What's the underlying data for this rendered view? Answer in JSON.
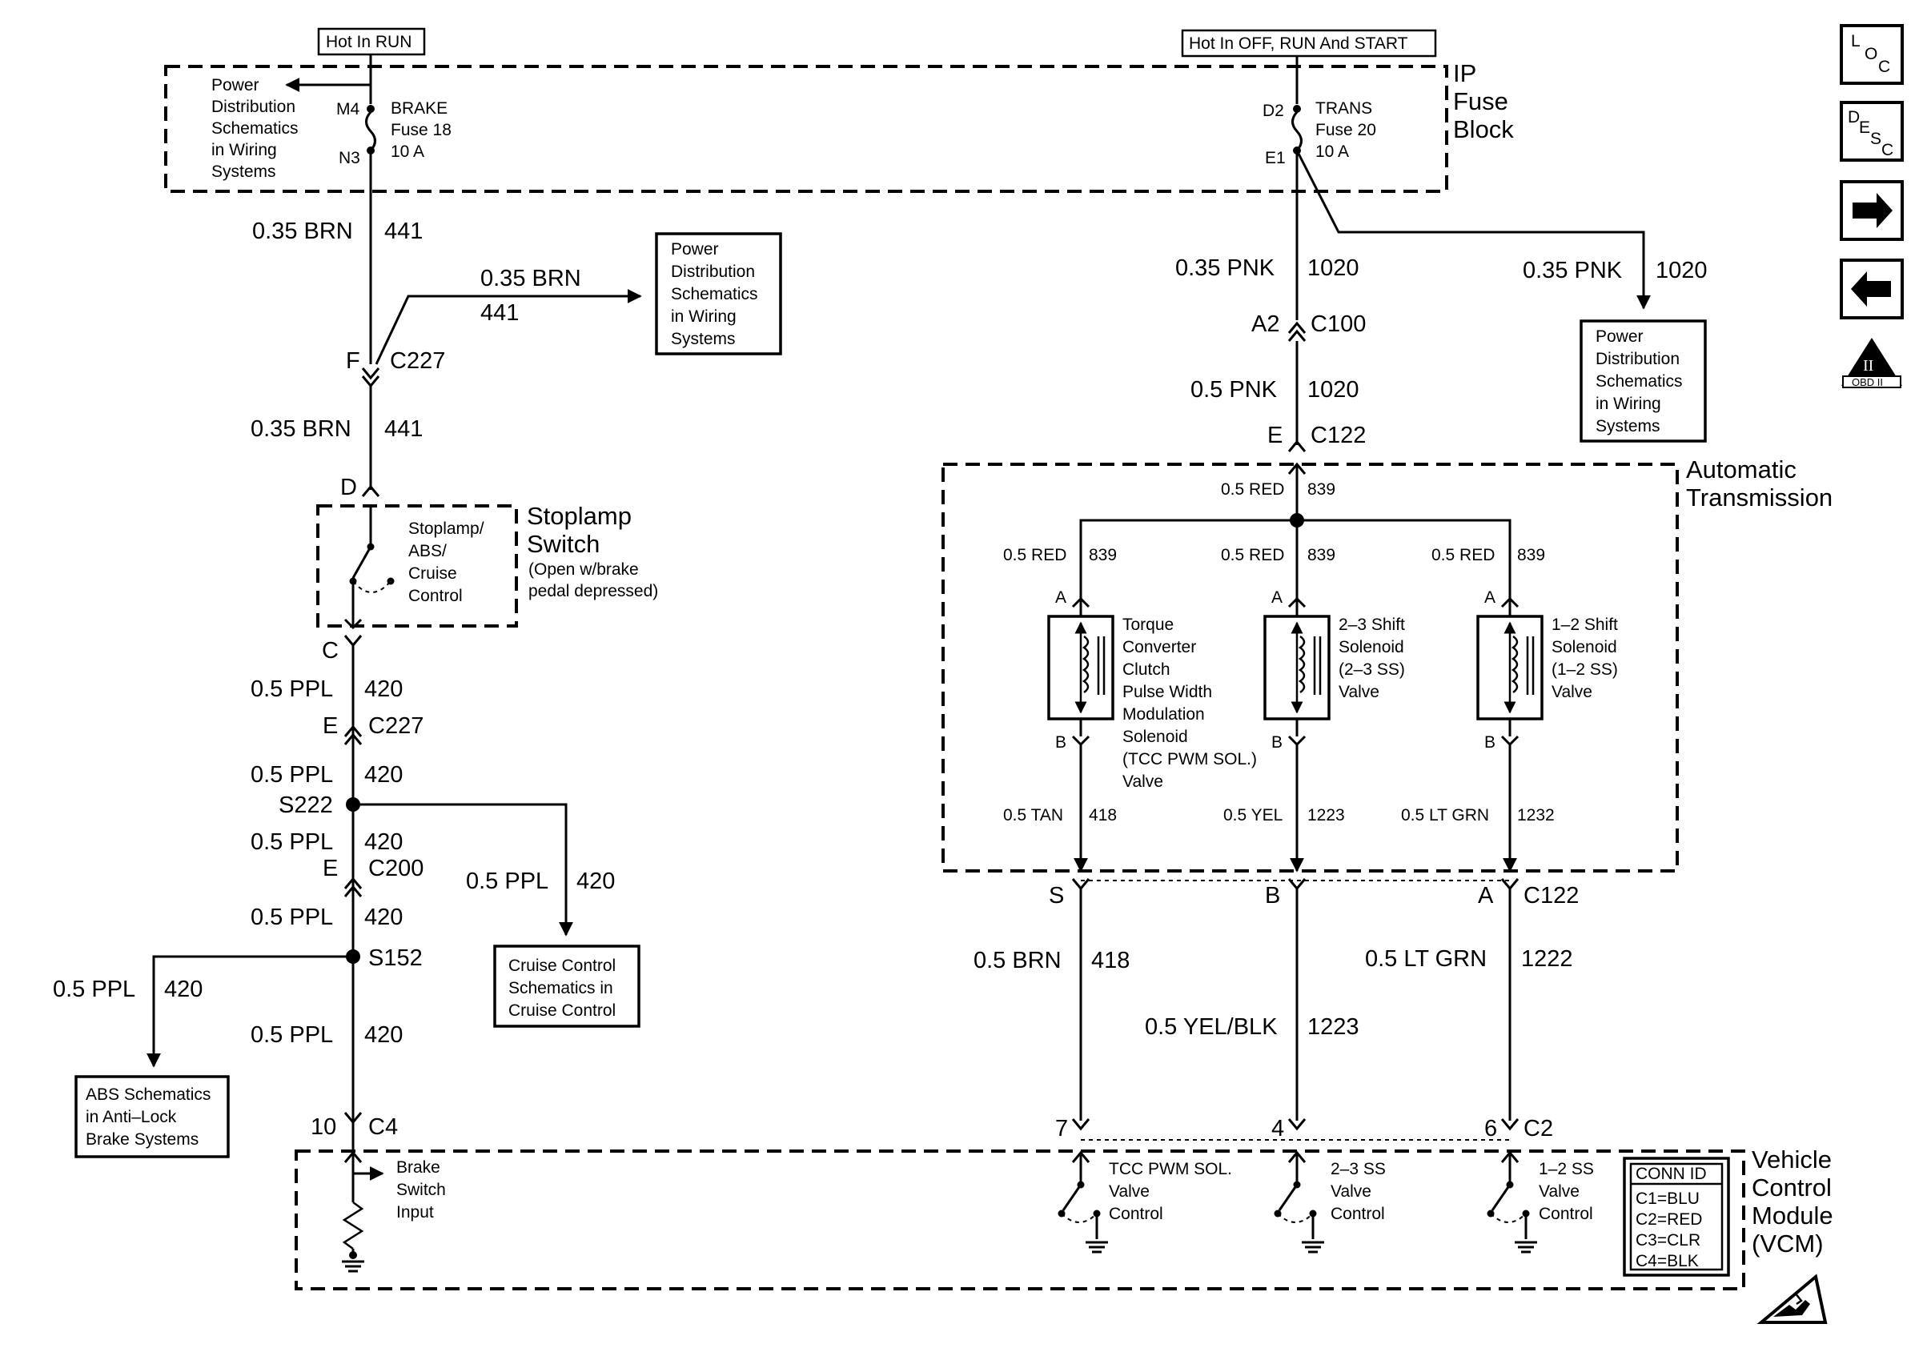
{
  "labels": {
    "hot_run": "Hot In RUN",
    "hot_all": "Hot In OFF, RUN And START",
    "ip_fuse_block": [
      "IP",
      "Fuse",
      "Block"
    ],
    "pds_fuse18": [
      "Power",
      "Distribution",
      "Schematics",
      "in Wiring",
      "Systems"
    ],
    "pds_c227": [
      "Power",
      "Distribution",
      "Schematics",
      "in Wiring",
      "Systems"
    ],
    "pds_right": [
      "Power",
      "Distribution",
      "Schematics",
      "in Wiring",
      "Systems"
    ],
    "fuse18_pin_in": "M4",
    "fuse18_pin_out": "N3",
    "fuse18_name": [
      "BRAKE",
      "Fuse 18",
      "10 A"
    ],
    "fuse20_pin_in": "D2",
    "fuse20_pin_out": "E1",
    "fuse20_name": [
      "TRANS",
      "Fuse 20",
      "10 A"
    ],
    "w441_a_color": "0.35 BRN",
    "w441_a_num": "441",
    "w441_branch_color": "0.35 BRN",
    "w441_branch_num": "441",
    "c227_f_pin": "F",
    "c227_f_conn": "C227",
    "w441_b_color": "0.35 BRN",
    "w441_b_num": "441",
    "sw_pin_d": "D",
    "stoplamp_inner": [
      "Stoplamp/",
      "ABS/",
      "Cruise",
      "Control"
    ],
    "stoplamp_title": [
      "Stoplamp",
      "Switch"
    ],
    "stoplamp_note": [
      "(Open w/brake",
      "pedal depressed)"
    ],
    "sw_pin_c": "C",
    "w420_a_color": "0.5 PPL",
    "w420_a_num": "420",
    "c227_e_pin": "E",
    "c227_e_conn": "C227",
    "w420_b_color": "0.5 PPL",
    "w420_b_num": "420",
    "s222": "S222",
    "w420_c_color": "0.5 PPL",
    "w420_c_num": "420",
    "c200_pin": "E",
    "c200_conn": "C200",
    "w420_cruise_color": "0.5 PPL",
    "w420_cruise_num": "420",
    "cruise_box": [
      "Cruise Control",
      "Schematics in",
      "Cruise Control"
    ],
    "w420_d_color": "0.5 PPL",
    "w420_d_num": "420",
    "s152": "S152",
    "w420_abs_color": "0.5 PPL",
    "w420_abs_num": "420",
    "w420_e_color": "0.5 PPL",
    "w420_e_num": "420",
    "abs_box": [
      "ABS Schematics",
      "in Anti–Lock",
      "Brake Systems"
    ],
    "c4_pin": "10",
    "c4_conn": "C4",
    "brake_input": [
      "Brake",
      "Switch",
      "Input"
    ],
    "w1020_a_color": "0.35 PNK",
    "w1020_a_num": "1020",
    "w1020_branch_color": "0.35 PNK",
    "w1020_branch_num": "1020",
    "c100_pin": "A2",
    "c100_conn": "C100",
    "w1020_b_color": "0.5 PNK",
    "w1020_b_num": "1020",
    "c122_top_pin": "E",
    "c122_top_conn": "C122",
    "auto_trans": [
      "Automatic",
      "Transmission"
    ],
    "w839_main_color": "0.5 RED",
    "w839_main_num": "839",
    "w839_l_color": "0.5 RED",
    "w839_l_num": "839",
    "w839_m_color": "0.5 RED",
    "w839_m_num": "839",
    "w839_r_color": "0.5 RED",
    "w839_r_num": "839",
    "sol_pin_a": "A",
    "sol_pin_b": "B",
    "tcc_sol": [
      "Torque",
      "Converter",
      "Clutch",
      "Pulse Width",
      "Modulation",
      "Solenoid",
      "(TCC PWM SOL.)",
      "Valve"
    ],
    "ss23_sol": [
      "2–3 Shift",
      "Solenoid",
      "(2–3 SS)",
      "Valve"
    ],
    "ss12_sol": [
      "1–2 Shift",
      "Solenoid",
      "(1–2 SS)",
      "Valve"
    ],
    "w418_in_color": "0.5 TAN",
    "w418_in_num": "418",
    "w1223_in_color": "0.5 YEL",
    "w1223_in_num": "1223",
    "w1232_in_color": "0.5 LT GRN",
    "w1232_in_num": "1232",
    "c122_pin_s": "S",
    "c122_pin_b": "B",
    "c122_pin_a": "A",
    "c122_conn": "C122",
    "w418_out_color": "0.5 BRN",
    "w418_out_num": "418",
    "w1222_out_color": "0.5 LT GRN",
    "w1222_out_num": "1222",
    "w1223_out_color": "0.5 YEL/BLK",
    "w1223_out_num": "1223",
    "c2_pin_7": "7",
    "c2_pin_4": "4",
    "c2_pin_6": "6",
    "c2_conn": "C2",
    "tcc_ctrl": [
      "TCC PWM SOL.",
      "Valve",
      "Control"
    ],
    "ss23_ctrl": [
      "2–3 SS",
      "Valve",
      "Control"
    ],
    "ss12_ctrl": [
      "1–2 SS",
      "Valve",
      "Control"
    ],
    "conn_id_title": "CONN ID",
    "conn_id_rows": [
      "C1=BLU",
      "C2=RED",
      "C3=CLR",
      "C4=BLK"
    ],
    "vcm": [
      "Vehicle",
      "Control",
      "Module",
      "(VCM)"
    ],
    "loc_icon": [
      "L",
      "O",
      "C"
    ],
    "desc_icon": [
      "D",
      "E",
      "S",
      "C"
    ],
    "obd_icon": [
      "II",
      "OBD II"
    ]
  }
}
